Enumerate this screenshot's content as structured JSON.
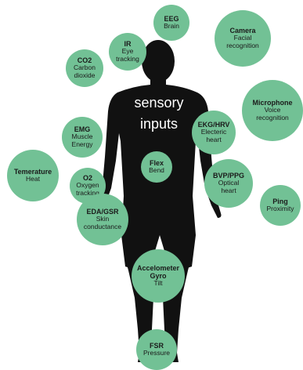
{
  "center": {
    "line1": "sensory",
    "line2": "inputs"
  },
  "colors": {
    "bubble": "#72c195",
    "silhouette": "#111111"
  },
  "sensors": [
    {
      "id": "eeg",
      "title": "EEG",
      "desc": [
        "Brain"
      ]
    },
    {
      "id": "camera",
      "title": "Camera",
      "desc": [
        "Facial",
        "recognition"
      ]
    },
    {
      "id": "ir",
      "title": "IR",
      "desc": [
        "Eye",
        "tracking"
      ]
    },
    {
      "id": "co2",
      "title": "CO2",
      "desc": [
        "Carbon",
        "dioxide"
      ]
    },
    {
      "id": "microphone",
      "title": "Microphone",
      "desc": [
        "Voice",
        "recognition"
      ]
    },
    {
      "id": "emg",
      "title": "EMG",
      "desc": [
        "Muscle",
        "Energy"
      ]
    },
    {
      "id": "ekg",
      "title": "EKG/HRV",
      "desc": [
        "Electeric",
        "heart"
      ]
    },
    {
      "id": "temp",
      "title": "Temerature",
      "desc": [
        "Heat"
      ]
    },
    {
      "id": "flex",
      "title": "Flex",
      "desc": [
        "Bend"
      ]
    },
    {
      "id": "o2",
      "title": "O2",
      "desc": [
        "Oxygen",
        "tracking"
      ]
    },
    {
      "id": "bvp",
      "title": "BVP/PPG",
      "desc": [
        "Optical",
        "heart"
      ]
    },
    {
      "id": "ping",
      "title": "Ping",
      "desc": [
        "Proximity"
      ]
    },
    {
      "id": "eda",
      "title": "EDA/GSR",
      "desc": [
        "Skin",
        "conductance"
      ]
    },
    {
      "id": "accel",
      "title": "Accelometer",
      "title2": "Gyro",
      "desc": [
        "Tilt"
      ]
    },
    {
      "id": "fsr",
      "title": "FSR",
      "desc": [
        "Pressure"
      ]
    }
  ]
}
